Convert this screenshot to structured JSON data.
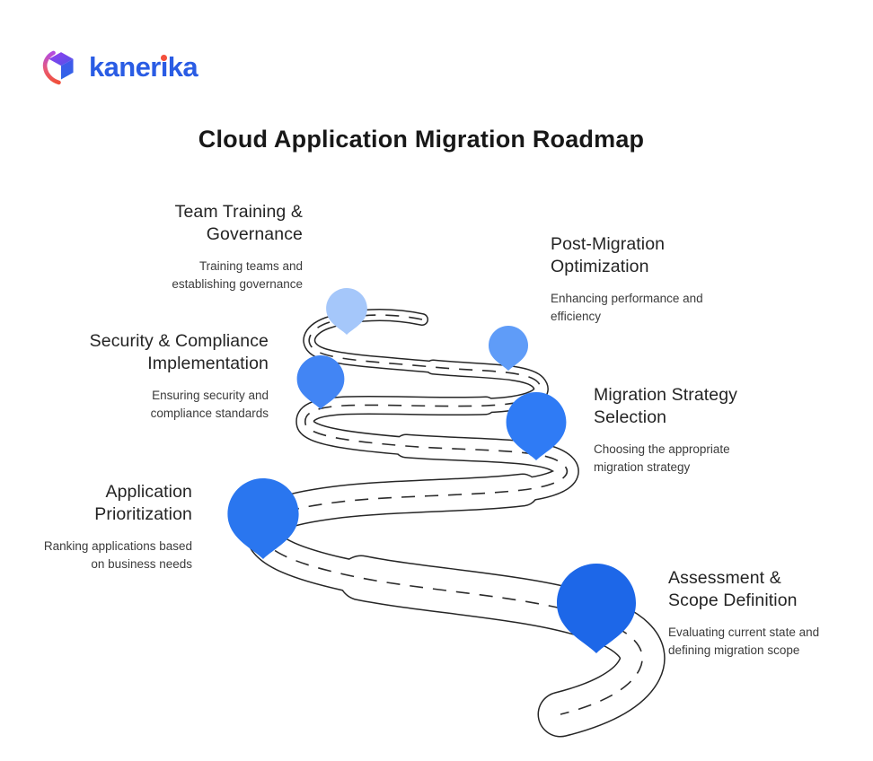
{
  "logo": {
    "brand": "kanerika",
    "wordmark_parts": {
      "pre": "kaner",
      "i": "ı",
      "post": "ka"
    },
    "colors": {
      "text_blue": "#2a5ce4",
      "i_dot_red": "#f4503c",
      "cube_purple": "#8a3de9",
      "cube_blue": "#3059e8",
      "cube_orange": "#f0503c"
    }
  },
  "title": "Cloud Application Migration Roadmap",
  "stages": [
    {
      "title": "Team Training &\nGovernance",
      "description": "Training teams and\nestablishing governance",
      "pin_color": "#a5c7fa"
    },
    {
      "title": "Post-Migration\nOptimization",
      "description": "Enhancing performance and\nefficiency",
      "pin_color": "#5f9cf8"
    },
    {
      "title": "Security & Compliance\nImplementation",
      "description": "Ensuring security and\ncompliance standards",
      "pin_color": "#4285f4"
    },
    {
      "title": "Migration Strategy\nSelection",
      "description": "Choosing the appropriate\nmigration strategy",
      "pin_color": "#2f7bf5"
    },
    {
      "title": "Application\nPrioritization",
      "description": "Ranking applications based\non business needs",
      "pin_color": "#2a76ef"
    },
    {
      "title": "Assessment &\nScope Definition",
      "description": "Evaluating current state and\ndefining migration scope",
      "pin_color": "#1d67e8"
    }
  ],
  "road": {
    "line_color": "#2b2b2b",
    "surface_color": "#ffffff"
  }
}
